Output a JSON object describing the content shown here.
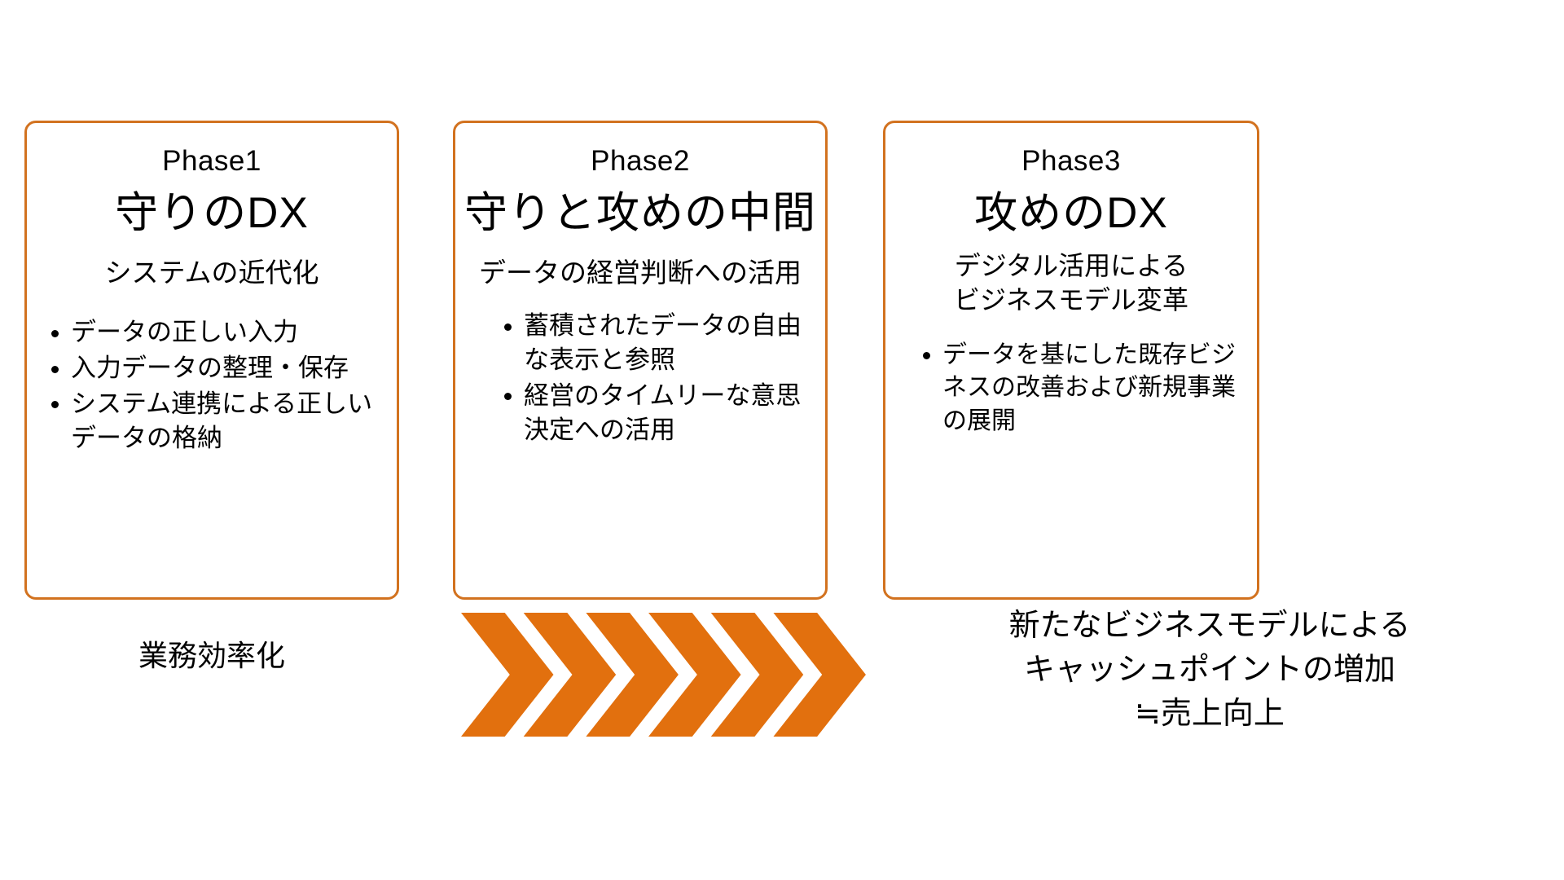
{
  "theme": {
    "accent": "#D2721F",
    "arrow_color": "#E2700E",
    "text_color": "#000000",
    "background": "#FFFFFF"
  },
  "phases": [
    {
      "label": "Phase1",
      "title": "守りのDX",
      "subtitle": "システムの近代化",
      "bullets": [
        "データの正しい入力",
        "入力データの整理・保存",
        "システム連携による正しいデータの格納"
      ]
    },
    {
      "label": "Phase2",
      "title": "守りと攻めの中間",
      "subtitle": "データの経営判断への活用",
      "bullets": [
        "蓄積されたデータの自由な表示と参照",
        "経営のタイムリーな意思決定への活用"
      ]
    },
    {
      "label": "Phase3",
      "title": "攻めのDX",
      "subtitle": "デジタル活用による\nビジネスモデル変革",
      "bullets": [
        "データを基にした既存ビジネスの改善および新規事業の展開"
      ]
    }
  ],
  "footer": {
    "left_outcome": "業務効率化",
    "arrow_icon": "chevron-arrow-right",
    "arrow_chevron_count": 6,
    "right_outcome_line1": "新たなビジネスモデルによる",
    "right_outcome_line2": "キャッシュポイントの増加",
    "right_outcome_line3": "≒売上向上"
  }
}
